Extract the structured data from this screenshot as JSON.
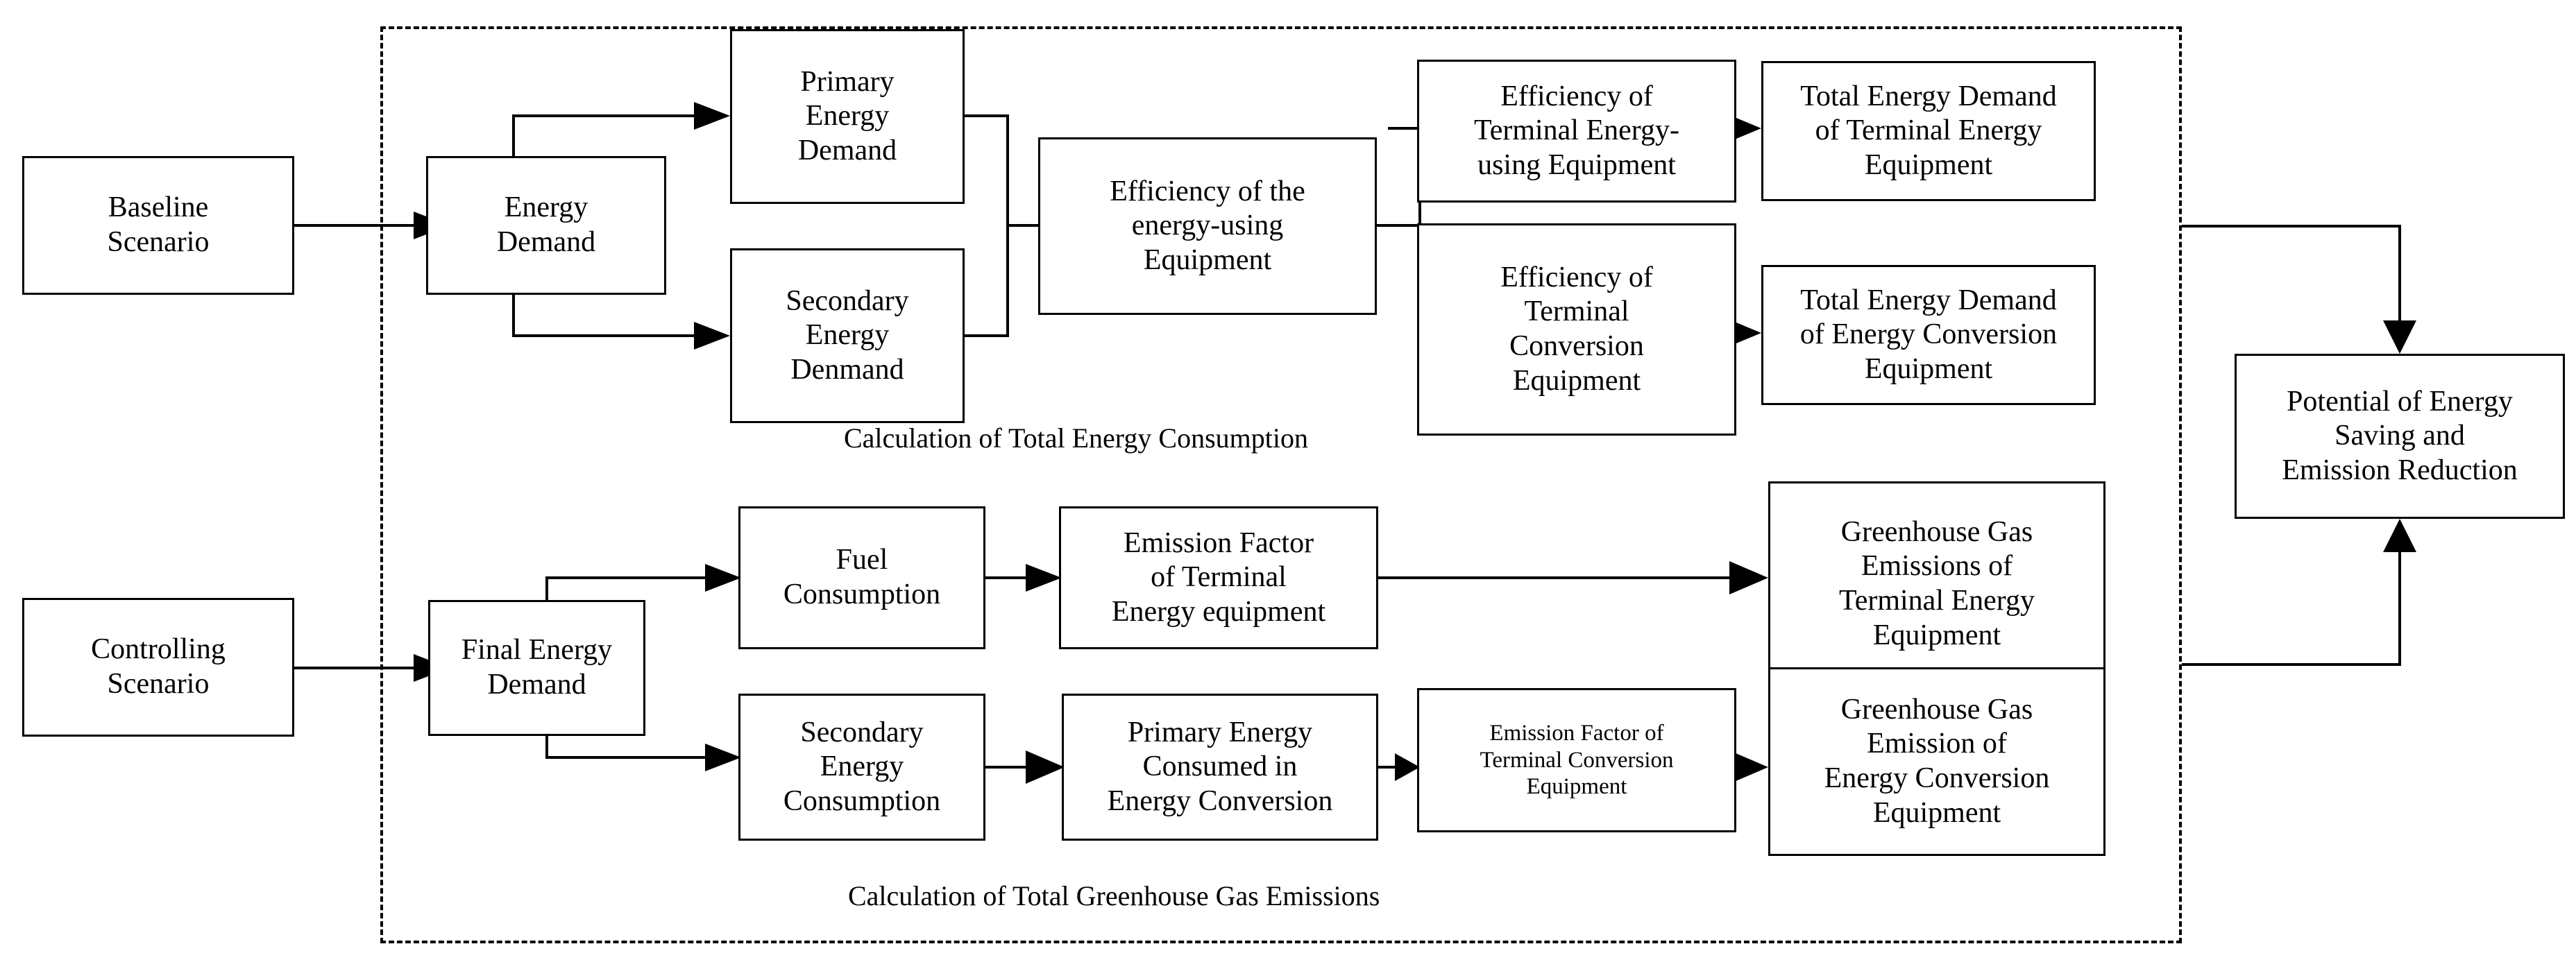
{
  "diagram": {
    "title_caption_top": "Calculation of Total Energy Consumption",
    "title_caption_bottom": "Calculation of Total Greenhouse Gas Emissions",
    "colors": {
      "stroke": "#000000",
      "background": "#ffffff"
    },
    "nodes": {
      "baseline_scenario": "Baseline\nScenario",
      "controlling_scenario": "Controlling\nScenario",
      "energy_demand": "Energy\nDemand",
      "primary_energy_demand": "Primary\nEnergy\nDemand",
      "secondary_energy_denmand": "Secondary\nEnergy\nDenmand",
      "efficiency_energy_using_equipment": "Efficiency of the\nenergy-using\nEquipment",
      "efficiency_terminal_energy_using_equipment": "Efficiency of\nTerminal Energy-\nusing Equipment",
      "efficiency_terminal_conversion_equipment": "Efficiency of\nTerminal\nConversion\nEquipment",
      "total_energy_demand_terminal_energy_equipment": "Total Energy Demand\nof Terminal Energy\nEquipment",
      "total_energy_demand_energy_conversion_equipment": "Total Energy Demand\nof Energy Conversion\nEquipment",
      "final_energy_demand": "Final Energy\nDemand",
      "fuel_consumption": "Fuel\nConsumption",
      "secondary_energy_consumption": "Secondary\nEnergy\nConsumption",
      "emission_factor_terminal_energy_equipment": "Emission Factor\nof Terminal\nEnergy equipment",
      "primary_energy_consumed_in_energy_conversion": "Primary Energy\nConsumed in\nEnergy Conversion",
      "emission_factor_terminal_conversion_equipment": "Emission Factor of\nTerminal Conversion\nEquipment",
      "greenhouse_gas_emissions_terminal_energy_equipment": "Greenhouse Gas\nEmissions of\nTerminal Energy\nEquipment",
      "greenhouse_gas_emission_energy_conversion_equipment": "Greenhouse Gas\nEmission of\nEnergy Conversion\nEquipment",
      "potential_energy_saving_emission_reduction": "Potential of Energy\nSaving and\nEmission Reduction"
    }
  }
}
